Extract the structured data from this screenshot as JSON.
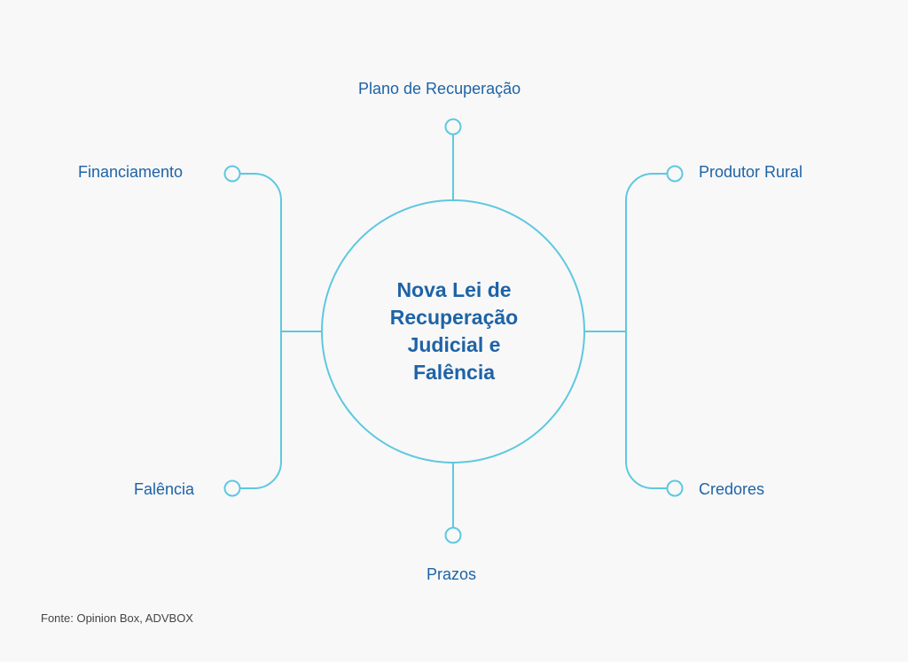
{
  "colors": {
    "line": "#5ec8df",
    "text": "#1e63a6",
    "background": "#f8f8f8"
  },
  "center": {
    "title_lines": [
      "Nova Lei de",
      "Recuperação",
      "Judicial e",
      "Falência"
    ]
  },
  "nodes": {
    "top": "Plano de Recuperação",
    "top_left": "Financiamento",
    "top_right": "Produtor Rural",
    "bottom_left": "Falência",
    "bottom_right": "Credores",
    "bottom": "Prazos"
  },
  "source": "Fonte: Opinion Box, ADVBOX"
}
